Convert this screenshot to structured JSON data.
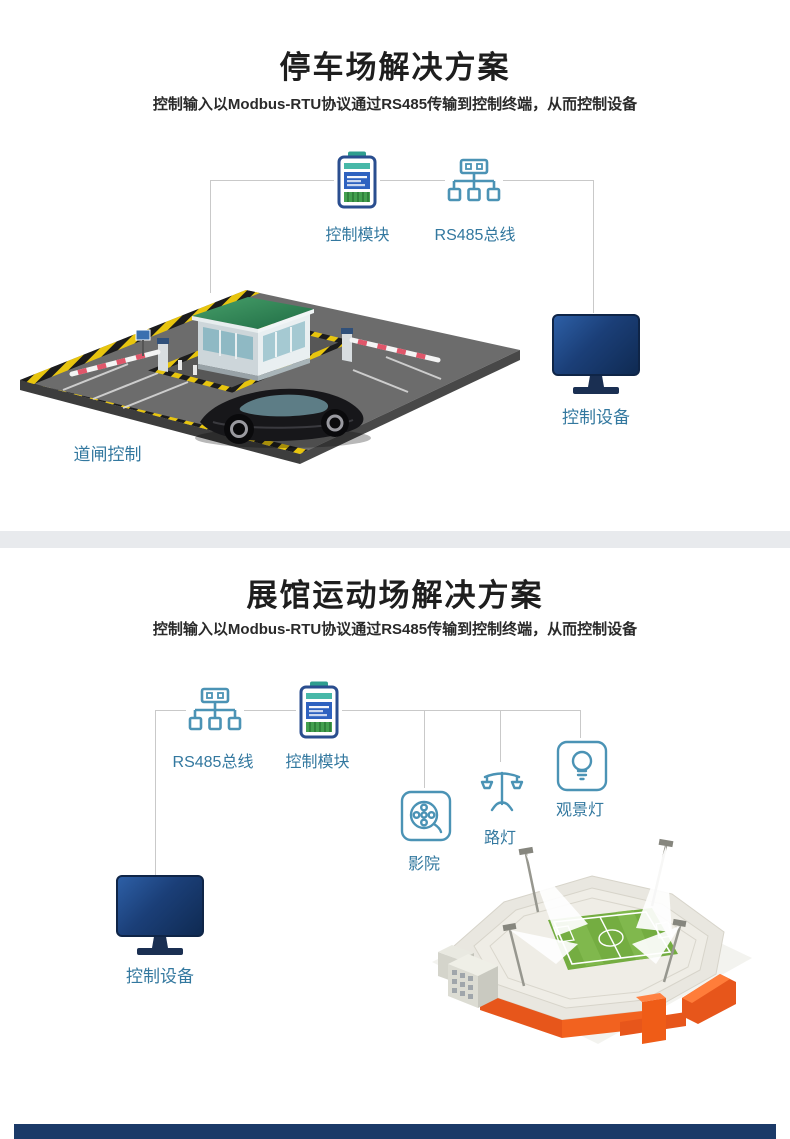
{
  "sections": [
    {
      "title": "停车场解决方案",
      "subtitle": "控制输入以Modbus-RTU协议通过RS485传输到控制终端，从而控制设备",
      "labels": {
        "control_module": "控制模块",
        "rs485_bus": "RS485总线",
        "gate_control": "道闸控制",
        "control_device": "控制设备"
      }
    },
    {
      "title": "展馆运动场解决方案",
      "subtitle": "控制输入以Modbus-RTU协议通过RS485传输到控制终端，从而控制设备",
      "labels": {
        "rs485_bus": "RS485总线",
        "control_module": "控制模块",
        "cinema": "影院",
        "street_lamp": "路灯",
        "scenic_light": "观景灯",
        "control_device": "控制设备"
      }
    }
  ],
  "colors": {
    "accent": "#33789f",
    "icon_stroke": "#4b93b5",
    "connector_line": "#c9c9c9",
    "title_text": "#1e1e1e",
    "divider": "#e8eaed",
    "footer": "#1b3a68",
    "monitor_screen": "#1b3f78",
    "stadium_orange": "#e7561b",
    "field_green": "#74ad41",
    "module_blue": "#2e62c0",
    "module_green": "#43a04f",
    "booth_roof_green": "#2f8a55",
    "hazard_yellow": "#e8c50e"
  }
}
